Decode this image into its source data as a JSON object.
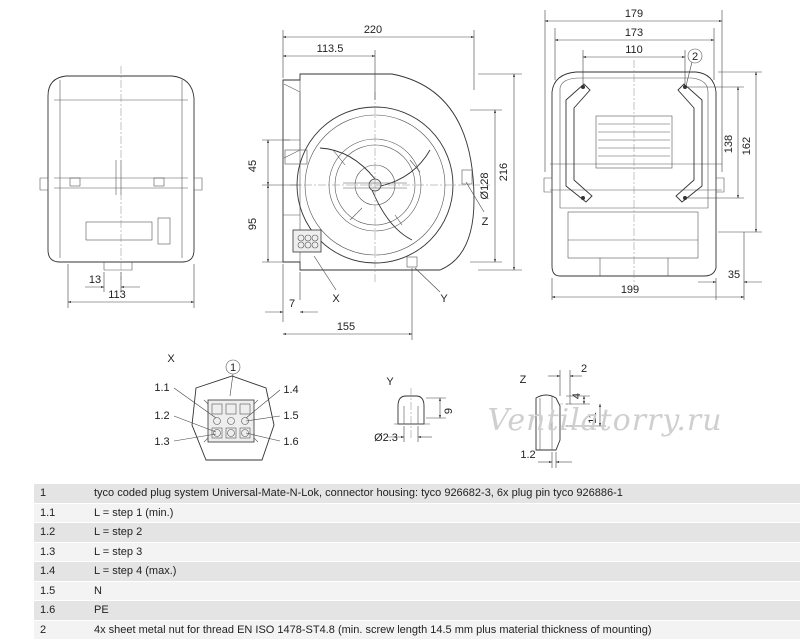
{
  "dimensions": {
    "d220": "220",
    "d113_5": "113.5",
    "d45": "45",
    "d95": "95",
    "d128": "Ø128",
    "d216": "216",
    "d7": "7",
    "d155": "155",
    "d13": "13",
    "d113": "113",
    "d179": "179",
    "d173": "173",
    "d110": "110",
    "d138": "138",
    "d162": "162",
    "d35": "35",
    "d199": "199",
    "d9": "9",
    "d2_3": "Ø2.3",
    "d2": "2",
    "d4": "4",
    "d11": "11",
    "d1_2": "1.2"
  },
  "labels": {
    "x": "X",
    "y": "Y",
    "z": "Z",
    "callout_1": "1",
    "callout_2": "2",
    "p1_1": "1.1",
    "p1_2": "1.2",
    "p1_3": "1.3",
    "p1_4": "1.4",
    "p1_5": "1.5",
    "p1_6": "1.6"
  },
  "watermark": "Ventilatorry.ru",
  "legend": [
    {
      "key": "1",
      "text": "tyco coded plug system Universal-Mate-N-Lok, connector housing: tyco 926682-3, 6x plug pin tyco 926886-1"
    },
    {
      "key": "1.1",
      "text": "L = step 1 (min.)"
    },
    {
      "key": "1.2",
      "text": "L = step 2"
    },
    {
      "key": "1.3",
      "text": "L = step 3"
    },
    {
      "key": "1.4",
      "text": "L = step 4 (max.)"
    },
    {
      "key": "1.5",
      "text": "N"
    },
    {
      "key": "1.6",
      "text": "PE"
    },
    {
      "key": "2",
      "text": "4x sheet metal nut for thread EN ISO 1478-ST4.8 (min. screw length 14.5 mm plus material thickness of mounting)"
    }
  ]
}
